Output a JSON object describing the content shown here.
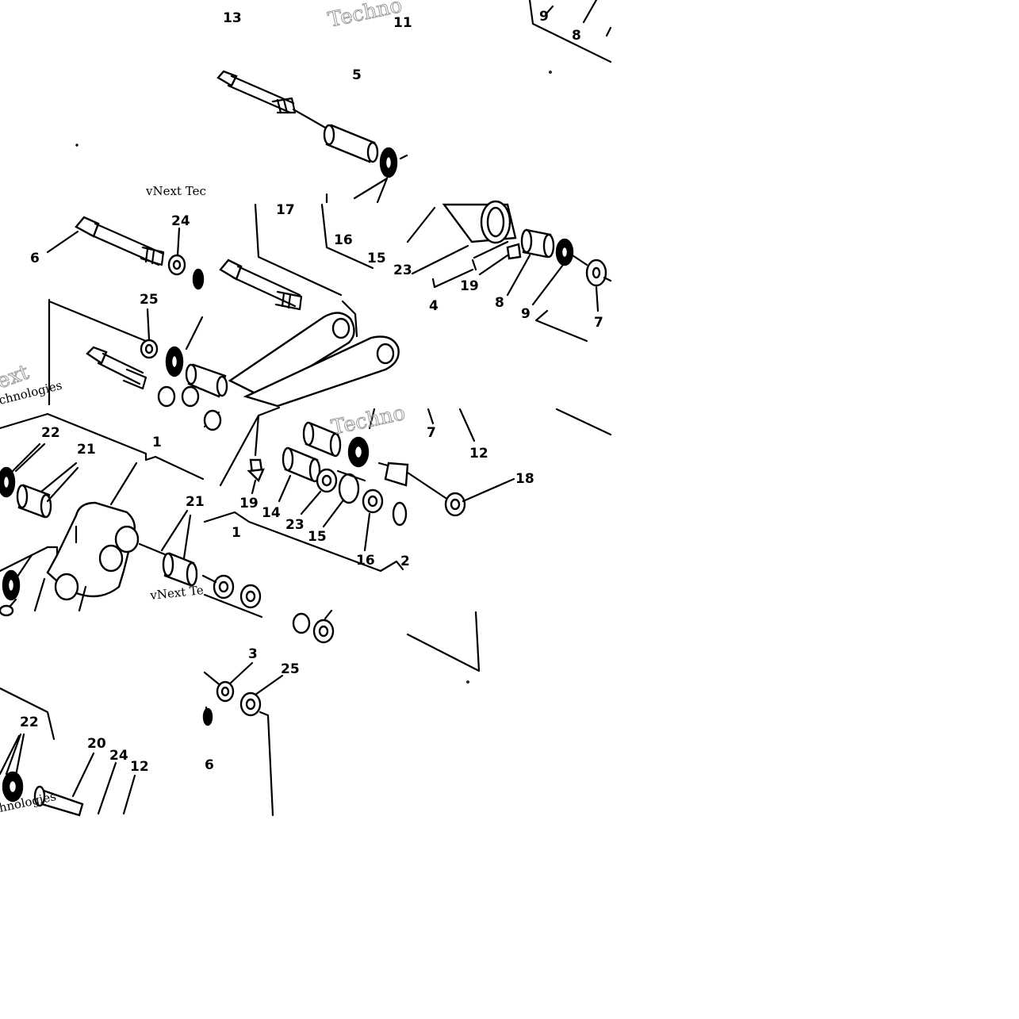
{
  "callouts": [
    {
      "text": "13"
    },
    {
      "text": "11"
    },
    {
      "text": "9"
    },
    {
      "text": "8"
    },
    {
      "text": "5"
    },
    {
      "text": "16"
    },
    {
      "text": "15"
    },
    {
      "text": "17"
    },
    {
      "text": "6"
    },
    {
      "text": "24"
    },
    {
      "text": "25"
    },
    {
      "text": "23"
    },
    {
      "text": "4"
    },
    {
      "text": "19"
    },
    {
      "text": "8"
    },
    {
      "text": "9"
    },
    {
      "text": "7"
    },
    {
      "text": "22"
    },
    {
      "text": "21"
    },
    {
      "text": "1"
    },
    {
      "text": "21"
    },
    {
      "text": "7"
    },
    {
      "text": "12"
    },
    {
      "text": "18"
    },
    {
      "text": "19"
    },
    {
      "text": "14"
    },
    {
      "text": "23"
    },
    {
      "text": "15"
    },
    {
      "text": "1"
    },
    {
      "text": "16"
    },
    {
      "text": "2"
    },
    {
      "text": "3"
    },
    {
      "text": "25"
    },
    {
      "text": "6"
    },
    {
      "text": "22"
    },
    {
      "text": "20"
    },
    {
      "text": "24"
    },
    {
      "text": "12"
    }
  ],
  "watermarks": [
    {
      "text": "Techno"
    },
    {
      "text": "vNext Tec"
    },
    {
      "text": "ext"
    },
    {
      "text": "chnologies"
    },
    {
      "text": "Techno"
    },
    {
      "text": "vNext Te"
    },
    {
      "text": "hnologies"
    }
  ]
}
